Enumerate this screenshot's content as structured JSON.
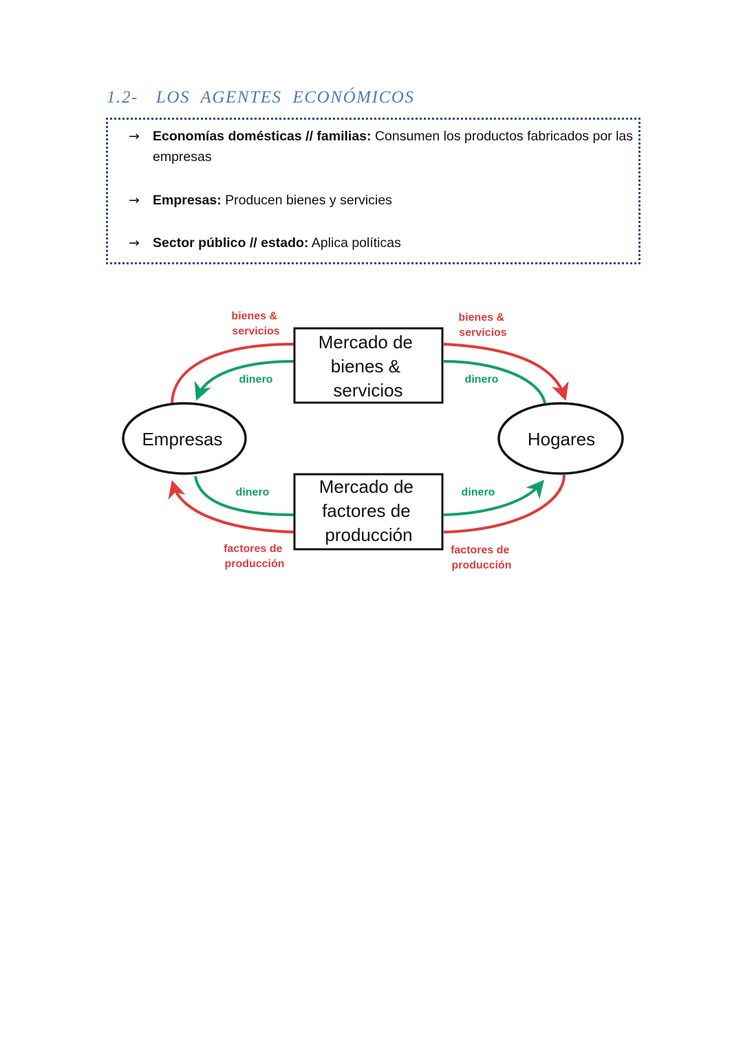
{
  "section": {
    "number": "1.2-",
    "title_words": [
      "LOS",
      "AGENTES",
      "ECONÓMICOS"
    ]
  },
  "agents": [
    {
      "term": "Economías domésticas // familias:",
      "description": "Consumen los productos fabricados por las empresas"
    },
    {
      "term": "Empresas:",
      "description": "Producen bienes y servicies"
    },
    {
      "term": "Sector público // estado:",
      "description": "Aplica políticas"
    }
  ],
  "arrow_glyph": "→",
  "diagram": {
    "nodes": {
      "firms": "Empresas",
      "households": "Hogares",
      "goods_market": [
        "Mercado de",
        "bienes &",
        "servicios"
      ],
      "factor_market": [
        "Mercado de",
        "factores de",
        "producción"
      ]
    },
    "flow_labels": {
      "goods_top_left": [
        "bienes &",
        "servicios"
      ],
      "goods_top_right": [
        "bienes &",
        "servicios"
      ],
      "money_top_left": "dinero",
      "money_top_right": "dinero",
      "money_bottom_left": "dinero",
      "money_bottom_right": "dinero",
      "factors_bottom_left": [
        "factores de",
        "producción"
      ],
      "factors_bottom_right": [
        "factores de",
        "producción"
      ]
    },
    "colors": {
      "goods_flow": "#e03a3a",
      "money_flow": "#10a06a",
      "outline": "#111111"
    }
  }
}
